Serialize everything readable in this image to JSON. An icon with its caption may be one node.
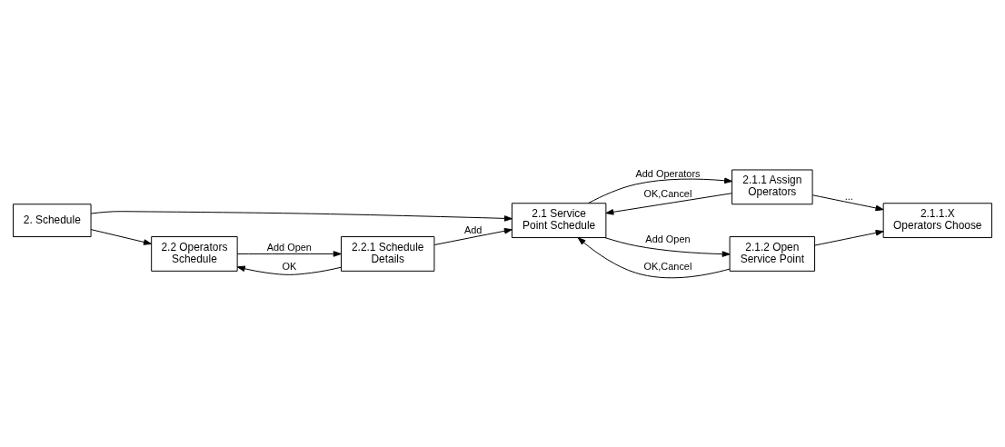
{
  "diagram": {
    "nodes": [
      {
        "text": [
          "2. Schedule"
        ]
      },
      {
        "text": [
          "2.1 Service Point Schedule"
        ]
      },
      {
        "text": [
          "2.1.1 Assign Operators"
        ]
      },
      {
        "text": [
          "2.1.2 Open Service Point"
        ]
      },
      {
        "text": [
          "2.1.1.X Operators Choose"
        ]
      },
      {
        "text": [
          "2.2 Operators Schedule"
        ]
      },
      {
        "text": [
          "2.2.1 Schedule Details"
        ]
      }
    ],
    "edges": [
      {
        "from": 0,
        "to": 1,
        "arrow": "to"
      },
      {
        "from": 0,
        "to": 5,
        "arrow": "to"
      },
      {
        "from": 1,
        "to": 2,
        "arrow": "to",
        "label": "Add Operators"
      },
      {
        "from": 1,
        "to": 3,
        "arrow": "to",
        "label": "Add Open"
      },
      {
        "from": 2,
        "to": 1,
        "arrow": "to",
        "label": "OK,Cancel"
      },
      {
        "from": 3,
        "to": 1,
        "arrow": "to",
        "label": "OK,Cancel"
      },
      {
        "from": 2,
        "to": 4,
        "arrow": "to",
        "label": "..."
      },
      {
        "from": 3,
        "to": 4,
        "arrow": "to"
      },
      {
        "from": 5,
        "to": 6,
        "arrow": "to",
        "label": "Add Open"
      },
      {
        "from": 6,
        "to": 1,
        "arrow": "to",
        "label": "Add"
      },
      {
        "from": 6,
        "to": 5,
        "arrow": "to",
        "label": "OK"
      }
    ]
  }
}
